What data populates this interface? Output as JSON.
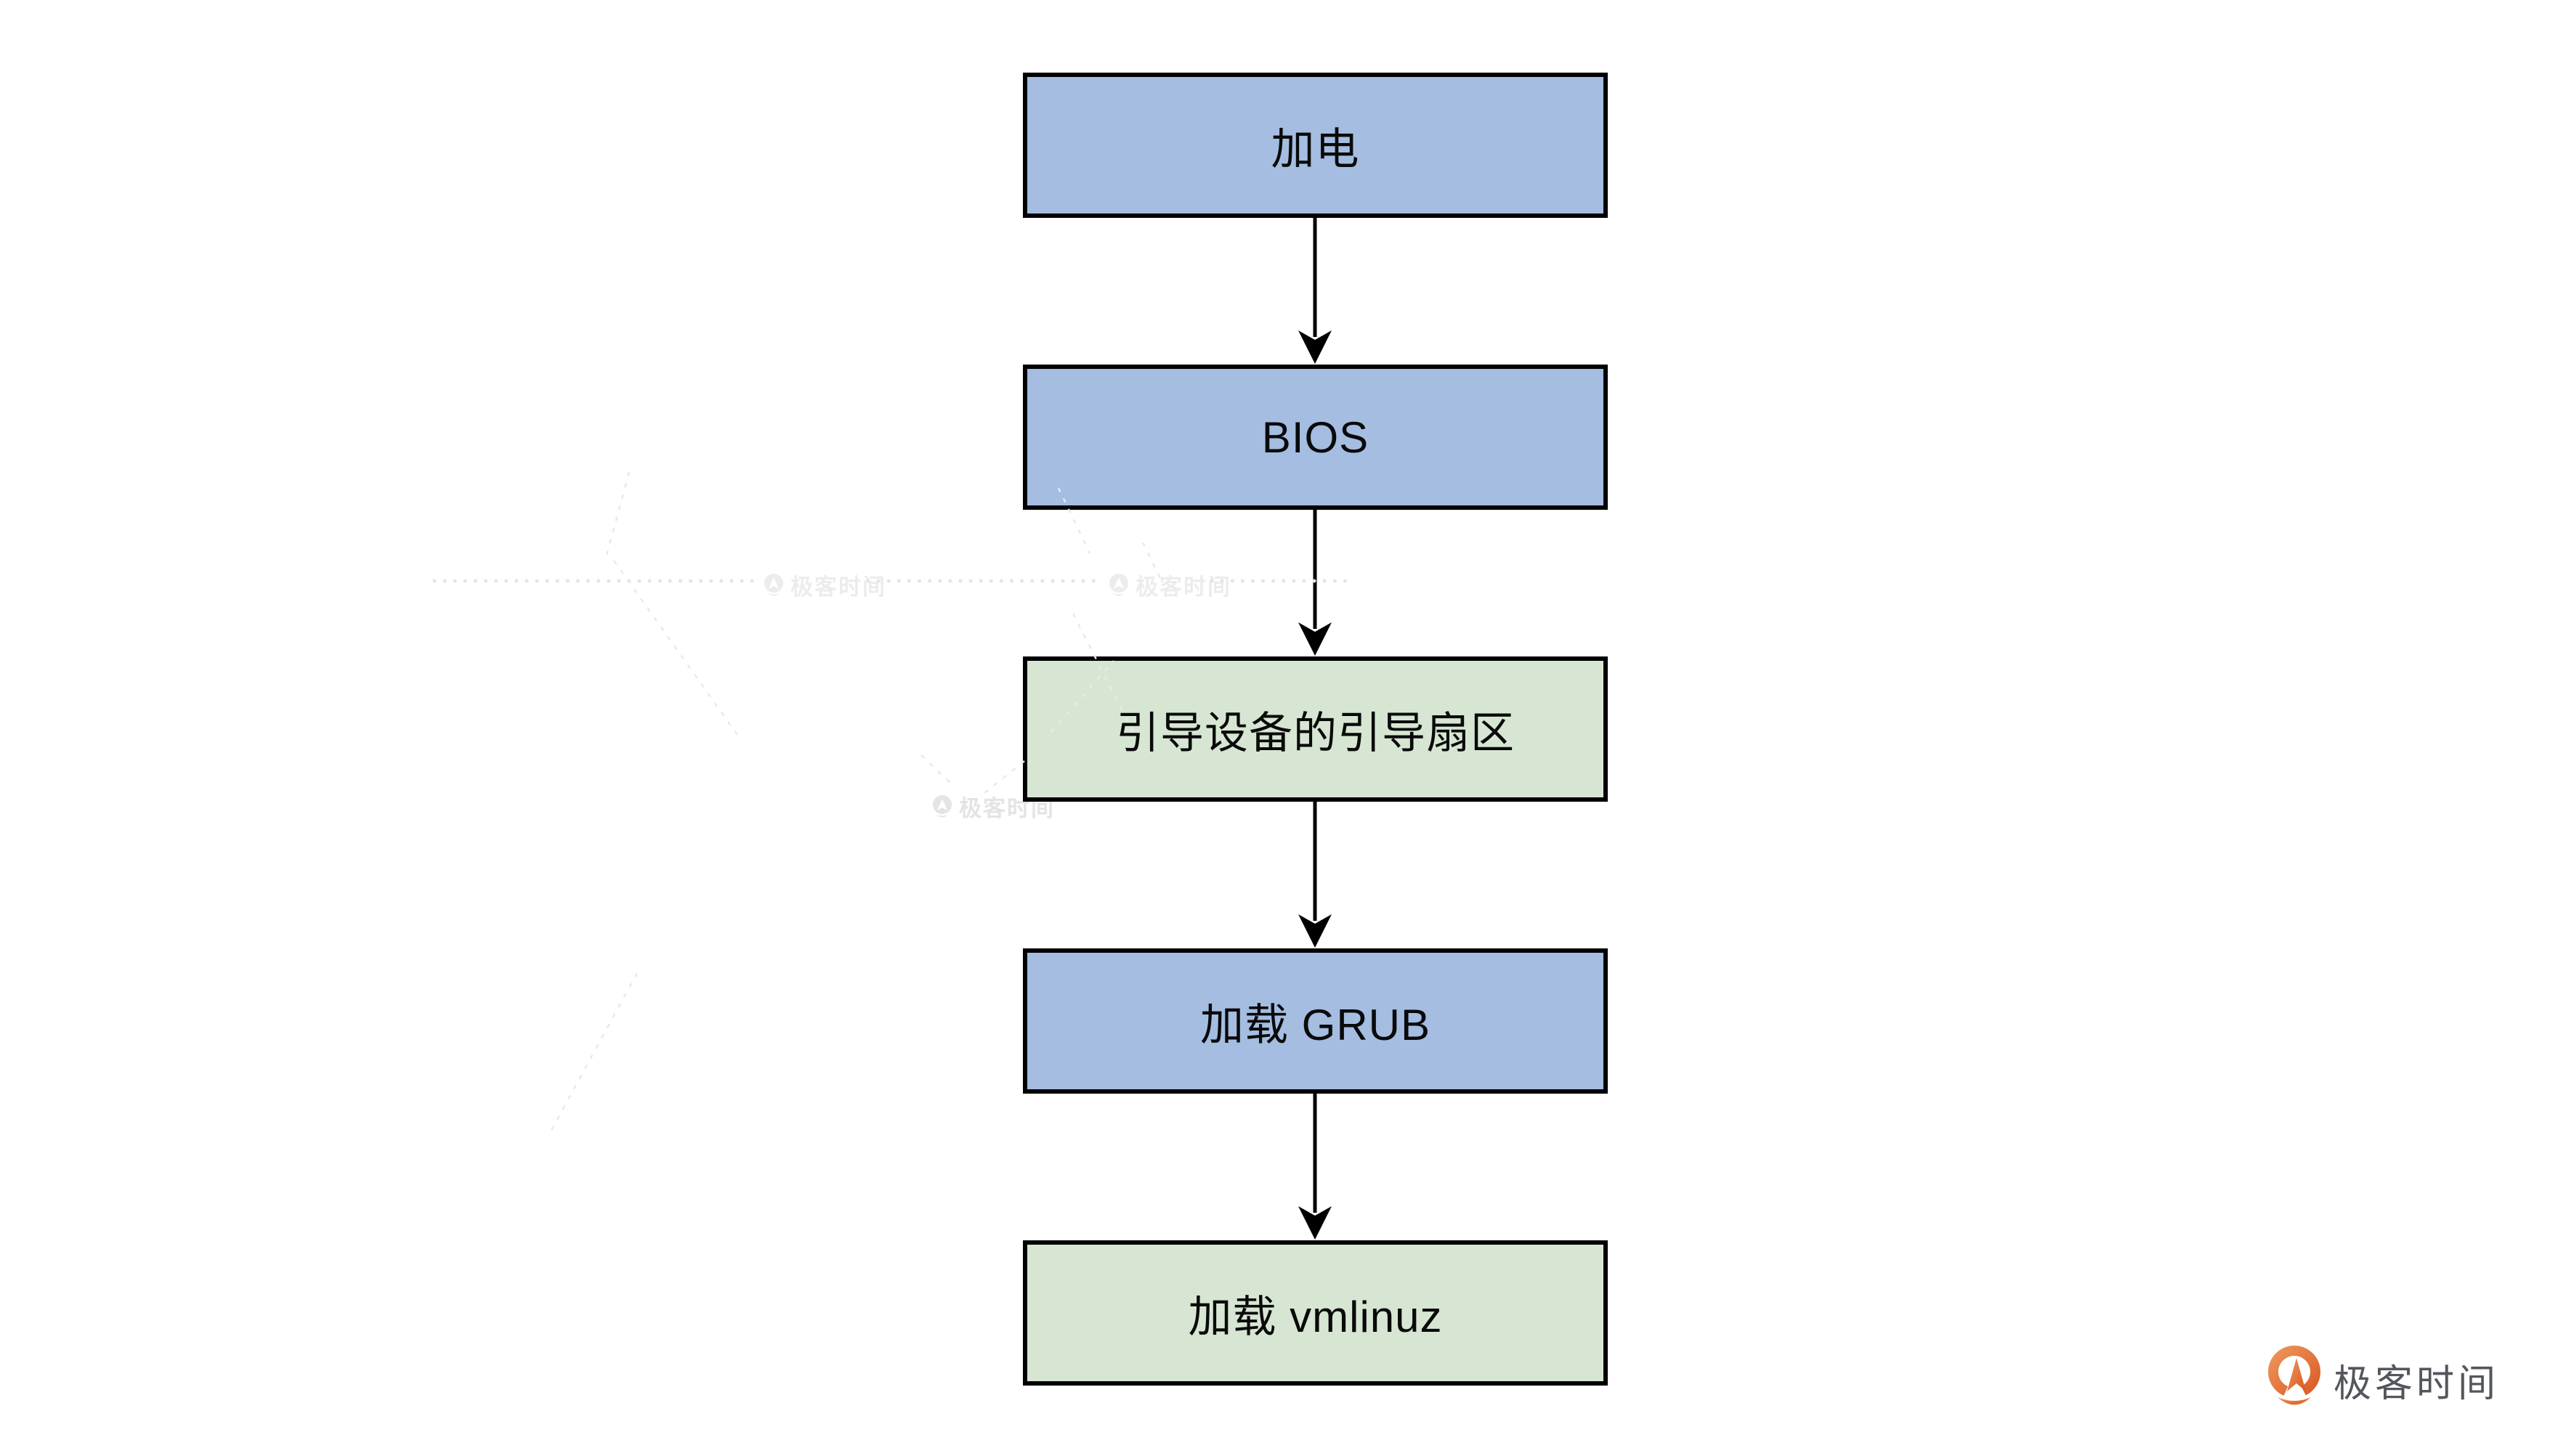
{
  "flow": {
    "nodes": [
      {
        "label": "加电",
        "fill": "#A4BDE1",
        "type": "blue"
      },
      {
        "label": "BIOS",
        "fill": "#A4BDE1",
        "type": "blue"
      },
      {
        "label": "引导设备的引导扇区",
        "fill": "#D7E6D3",
        "type": "green"
      },
      {
        "label": "加载 GRUB",
        "fill": "#A4BDE1",
        "type": "blue"
      },
      {
        "label": "加载 vmlinuz",
        "fill": "#D7E6D3",
        "type": "green"
      }
    ],
    "border_color": "#000000",
    "arrow_color": "#000000"
  },
  "watermark": {
    "text": "极客时间",
    "color": "#ececec"
  },
  "footer_logo": {
    "text": "极客时间",
    "text_color": "#53565C",
    "icon_color_start": "#F09B61",
    "icon_color_end": "#D8551F"
  }
}
